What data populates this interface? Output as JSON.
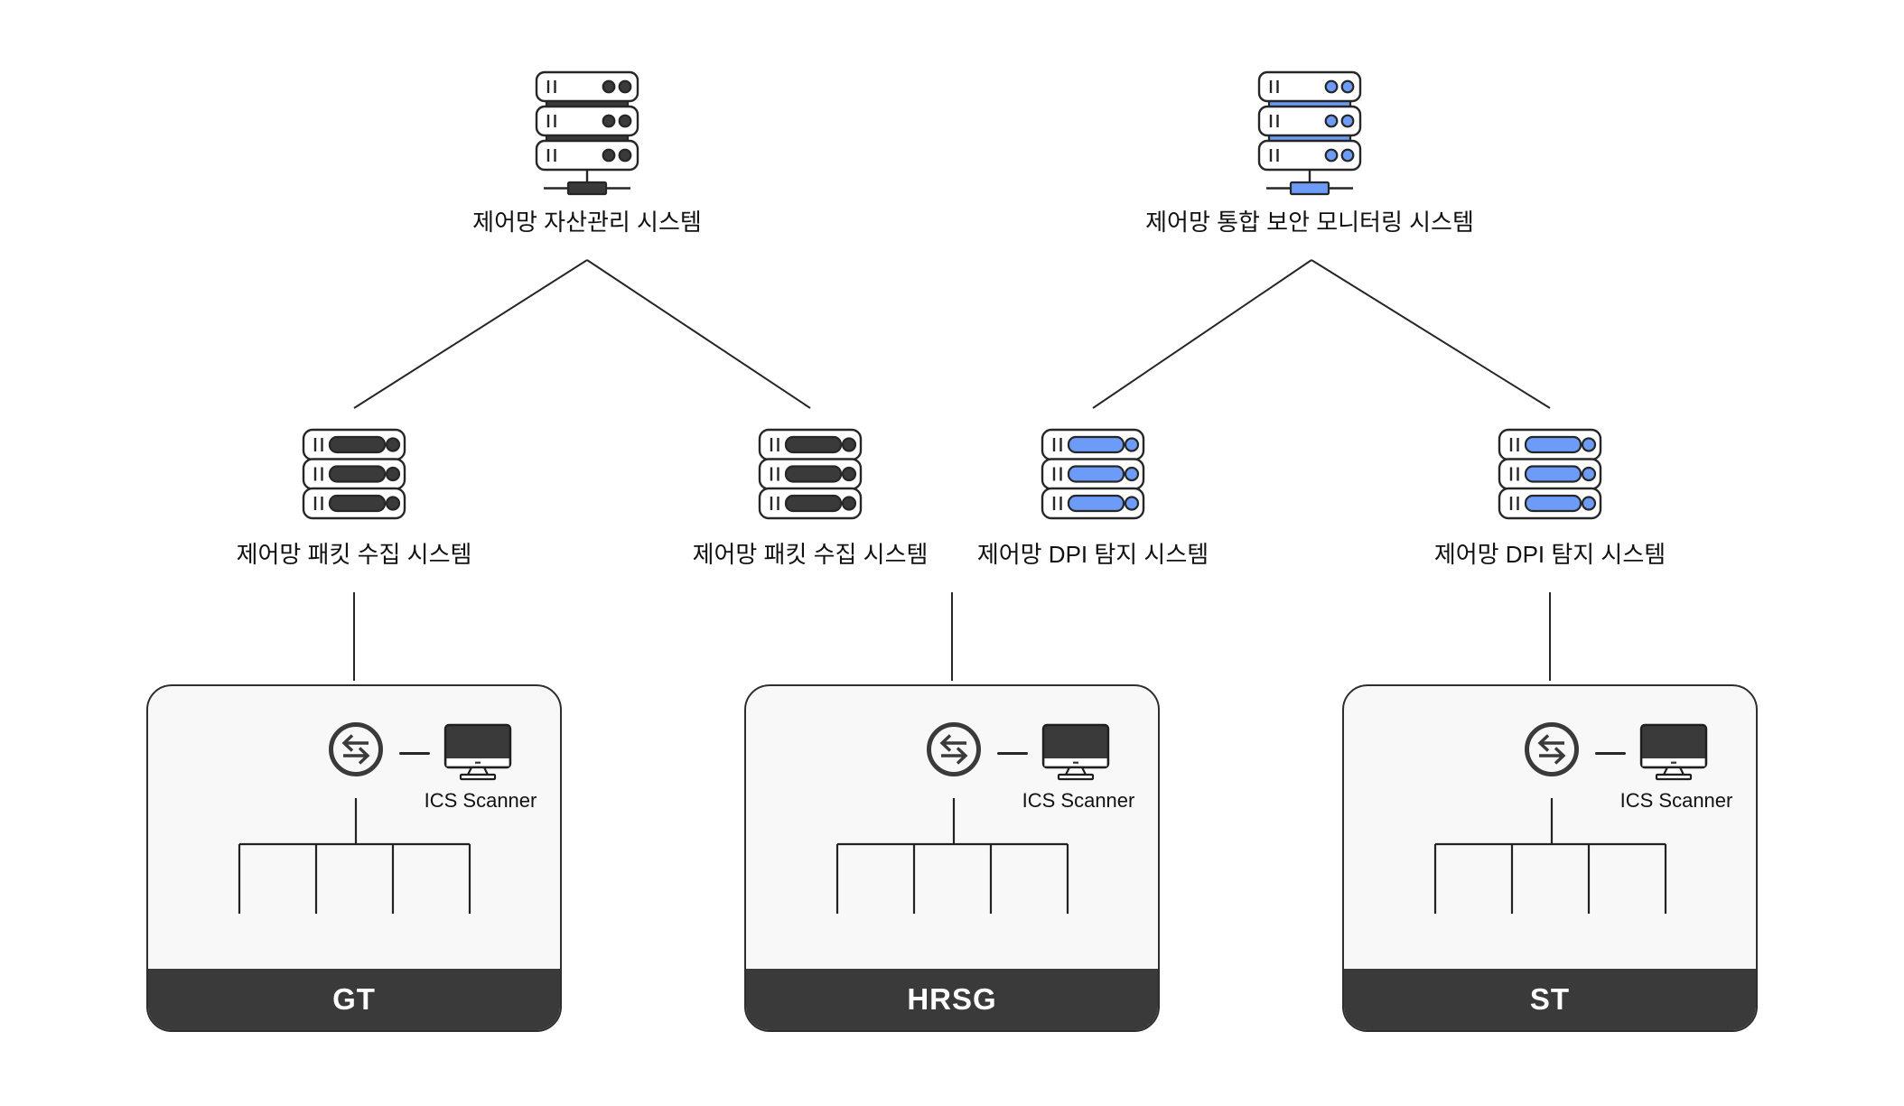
{
  "colors": {
    "accent_blue": "#6C9CF8",
    "icon_dark": "#3A3A3A",
    "line_dark": "#262626",
    "box_fill": "#F8F8F8",
    "band_dark": "#3A3A3A",
    "label_color": "#111111",
    "page_bg": "#FFFFFF"
  },
  "icons": {
    "top_server": "server-stack-icon",
    "mid_server": "server-rack-icon",
    "switch": "transfer-arrows-icon",
    "monitor": "desktop-monitor-icon"
  },
  "top_systems": [
    {
      "label": "제어망 자산관리 시스템",
      "variant": "dark"
    },
    {
      "label": "제어망 통합 보안 모니터링 시스템",
      "variant": "blue"
    }
  ],
  "mid_systems": [
    {
      "label": "제어망 패킷 수집 시스템",
      "variant": "dark"
    },
    {
      "label": "제어망 패킷 수집 시스템",
      "variant": "dark"
    },
    {
      "label": "제어망 DPI 탐지 시스템",
      "variant": "blue"
    },
    {
      "label": "제어망 DPI 탐지 시스템",
      "variant": "blue"
    }
  ],
  "plants": [
    {
      "name": "GT",
      "scanner": "ICS Scanner"
    },
    {
      "name": "HRSG",
      "scanner": "ICS Scanner"
    },
    {
      "name": "ST",
      "scanner": "ICS Scanner"
    }
  ]
}
